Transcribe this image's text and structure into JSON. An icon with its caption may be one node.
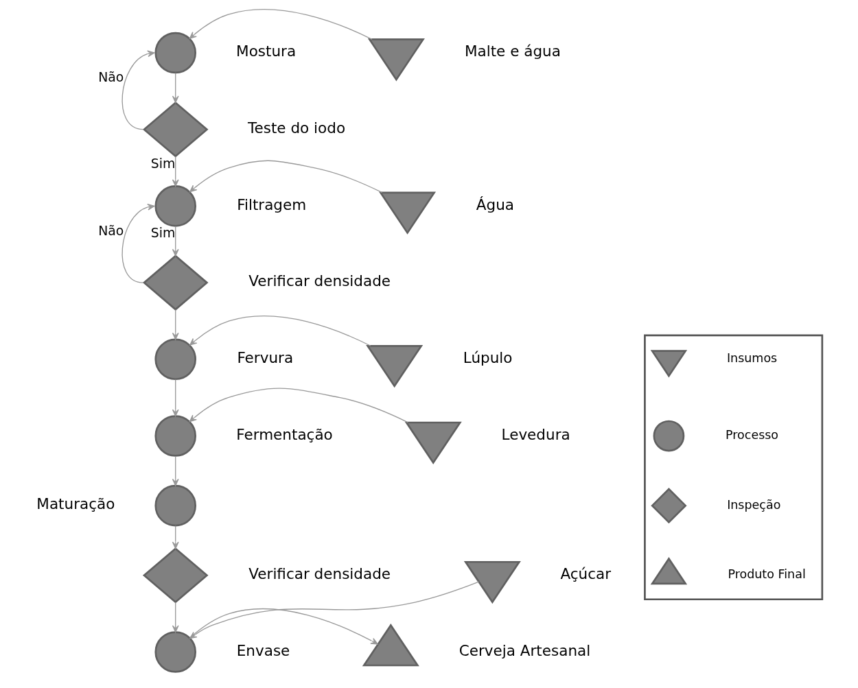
{
  "diagram": {
    "nodes": [
      {
        "text": [],
        "shape": "circle",
        "beside": [
          "Mostura"
        ]
      },
      {
        "text": [],
        "shape": "triangle",
        "beside": [
          "Malte e água"
        ]
      },
      {
        "text": [],
        "shape": "diamond",
        "beside": [
          "Teste do iodo"
        ]
      },
      {
        "text": [],
        "shape": "circle",
        "beside": [
          "Filtragem"
        ]
      },
      {
        "text": [],
        "shape": "triangle",
        "beside": [
          "Água"
        ]
      },
      {
        "text": [],
        "shape": "diamond",
        "beside": [
          "Verificar densidade"
        ]
      },
      {
        "text": [],
        "shape": "circle",
        "beside": [
          "Fervura"
        ]
      },
      {
        "text": [],
        "shape": "triangle",
        "beside": [
          "Lúpulo"
        ]
      },
      {
        "text": [],
        "shape": "circle",
        "beside": [
          "Fermentação"
        ]
      },
      {
        "text": [],
        "shape": "triangle",
        "beside": [
          "Levedura"
        ]
      },
      {
        "text": [],
        "shape": "circle",
        "beside": [
          "Maturação"
        ]
      },
      {
        "text": [],
        "shape": "diamond",
        "beside": [
          "Verificar densidade"
        ]
      },
      {
        "text": [],
        "shape": "triangle",
        "beside": [
          "Açúcar"
        ]
      },
      {
        "text": [],
        "shape": "circle",
        "beside": [
          "Envase"
        ]
      },
      {
        "text": [],
        "shape": "triangle",
        "beside": [
          "Cerveja Artesanal"
        ]
      },
      {
        "text": [],
        "shape": "box"
      },
      {
        "text": [],
        "shape": "triangle",
        "in": 15
      },
      {
        "text": [],
        "shape": "circle",
        "in": 15
      },
      {
        "text": [],
        "shape": "diamond",
        "in": 15
      },
      {
        "text": [],
        "shape": "triangle",
        "in": 15
      }
    ],
    "edges": [
      {
        "from": 1,
        "to": 0,
        "arrow": "to"
      },
      {
        "from": 0,
        "to": 2,
        "arrow": "to"
      },
      {
        "from": 2,
        "to": 0,
        "arrow": "to",
        "label": "Não"
      },
      {
        "from": 2,
        "to": 3,
        "arrow": "to",
        "label": "Sim"
      },
      {
        "from": 4,
        "to": 3,
        "arrow": "to"
      },
      {
        "from": 3,
        "to": 5,
        "arrow": "to",
        "label": "Sim"
      },
      {
        "from": 5,
        "to": 3,
        "arrow": "to",
        "label": "Não"
      },
      {
        "from": 5,
        "to": 6,
        "arrow": "to"
      },
      {
        "from": 7,
        "to": 6,
        "arrow": "to"
      },
      {
        "from": 6,
        "to": 8,
        "arrow": "to"
      },
      {
        "from": 9,
        "to": 8,
        "arrow": "to"
      },
      {
        "from": 8,
        "to": 10,
        "arrow": "to"
      },
      {
        "from": 10,
        "to": 11,
        "arrow": "to"
      },
      {
        "from": 11,
        "to": 13,
        "arrow": "to"
      },
      {
        "from": 12,
        "to": 13,
        "arrow": "to"
      },
      {
        "from": 13,
        "to": 14,
        "arrow": "to"
      }
    ],
    "legend": [
      {
        "text": "Insumos"
      },
      {
        "text": "Processo"
      },
      {
        "text": "Inspeção"
      },
      {
        "text": "Produto Final"
      }
    ]
  }
}
